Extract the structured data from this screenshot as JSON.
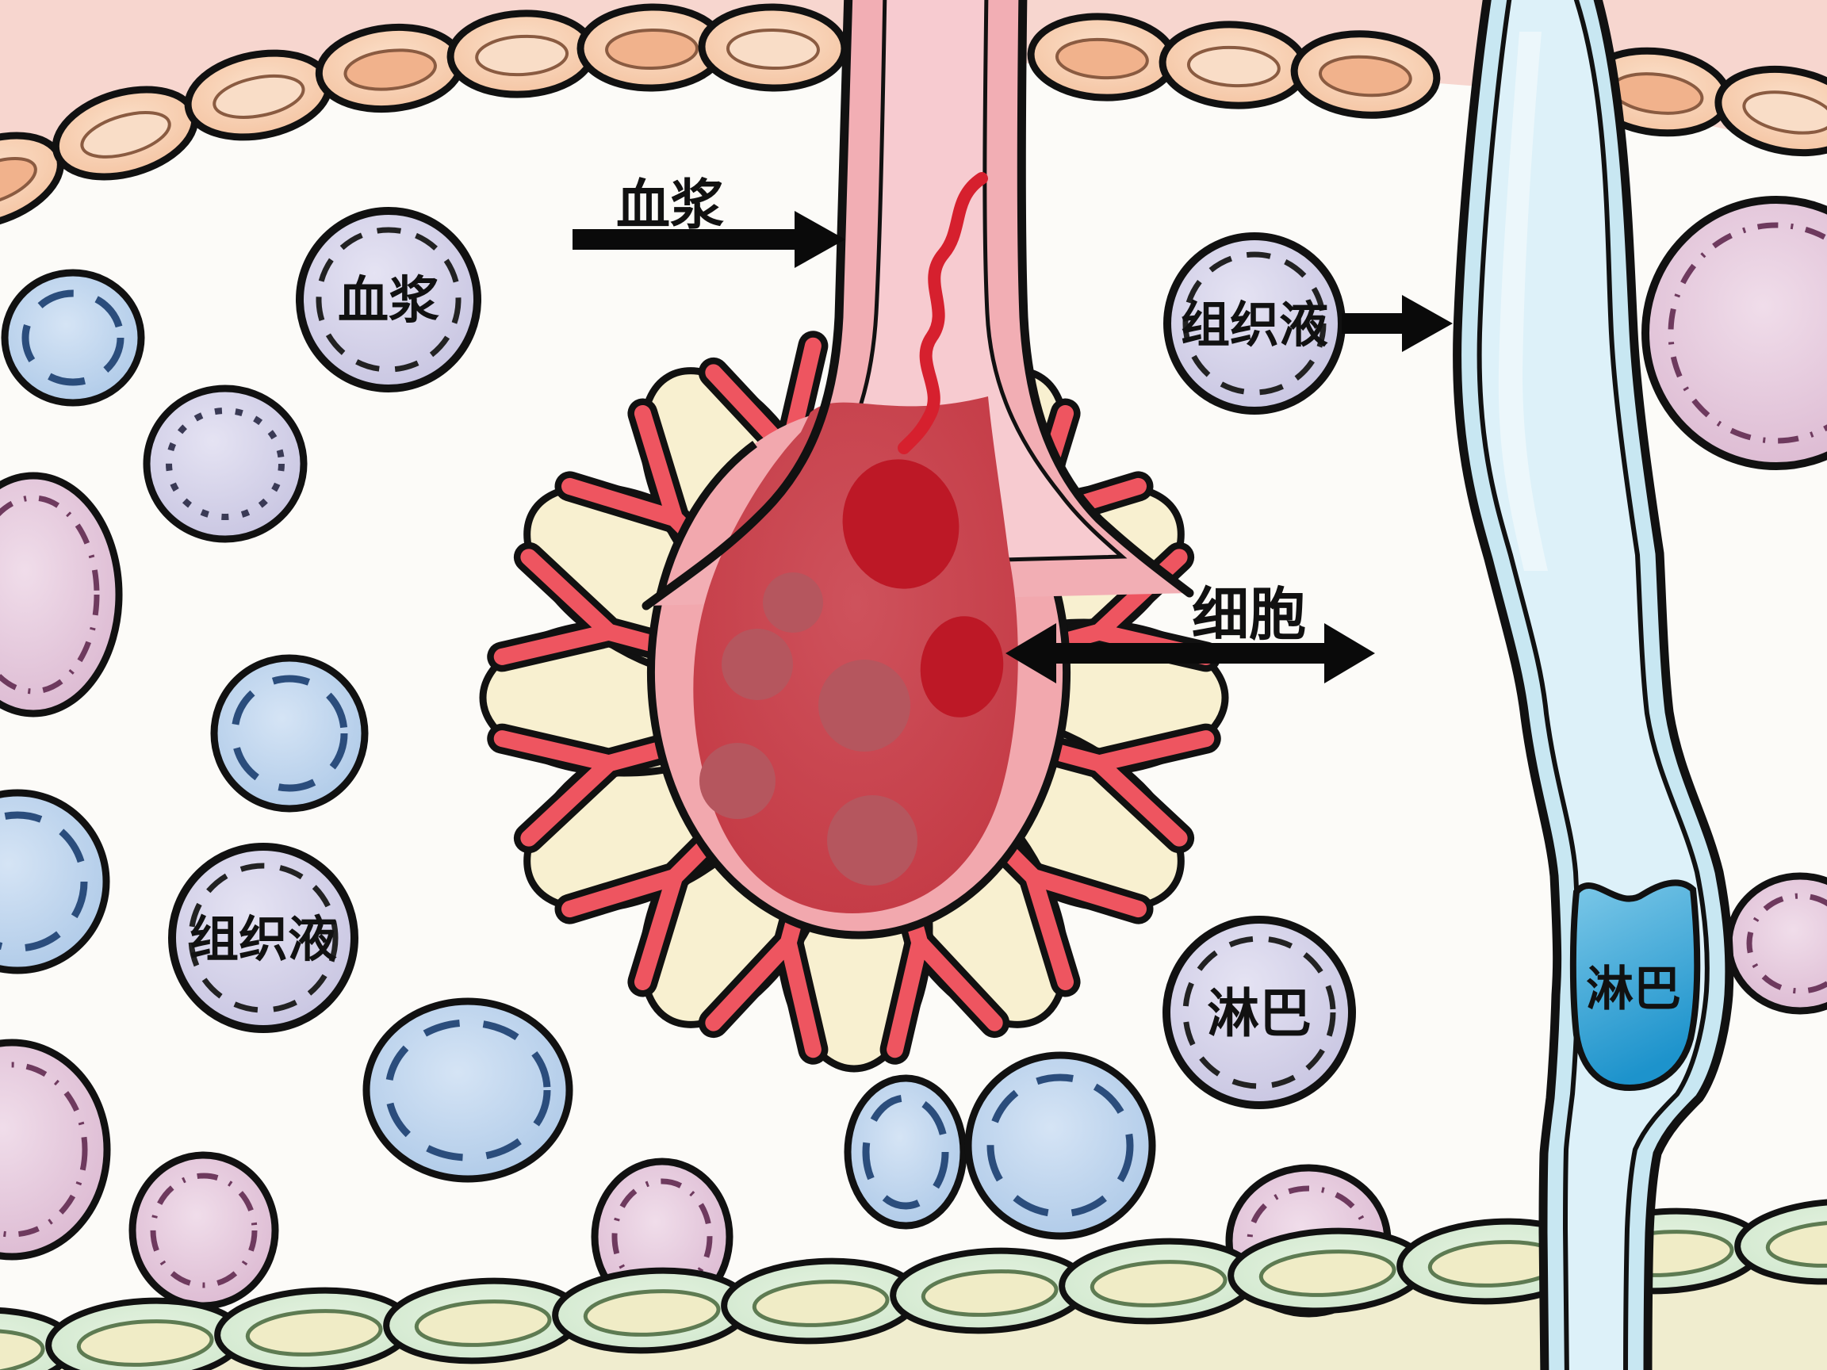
{
  "labels": {
    "plasma_flow": {
      "text": "血浆"
    },
    "plasma_cell": {
      "text": "血浆"
    },
    "tissue_fluid_right": {
      "text": "组织液"
    },
    "tissue_fluid_left": {
      "text": "组织液"
    },
    "cell": {
      "text": "细胞"
    },
    "lymph_cell": {
      "text": "淋巴"
    },
    "lymph_vessel": {
      "text": "淋巴"
    }
  },
  "colors": {
    "background": "#FCFBF8",
    "top_band_pink": "#F7D6CF",
    "epithelium_peach": "#F3BD98",
    "epithelium_peach_inner": "#F1B28C",
    "capillary_wall_pink": "#F2AEB4",
    "capillary_lumen_pink": "#F7CBD0",
    "center_pink": "#F2A8AE",
    "blood_pool_red": "#C84A54",
    "blood_oval_red": "#BD1826",
    "blood_muted_red": "#B5565E",
    "branch_red": "#EE5560",
    "tissue_cell_cream": "#F8F0D0",
    "lymph_vessel_wall_blue": "#C8E7F2",
    "lymph_lumen_blue": "#DDF1F9",
    "lymph_fluid_blue": "#1D93CC",
    "lavender_cell": "#C6C3E0",
    "blue_cell": "#A9C6E6",
    "mauve_cell": "#D9B4CE",
    "green_cell": "#D7ECD4",
    "bottom_band_yellow": "#F0EDCF",
    "outline_black": "#111111",
    "arrow_black": "#0A0A0A"
  }
}
